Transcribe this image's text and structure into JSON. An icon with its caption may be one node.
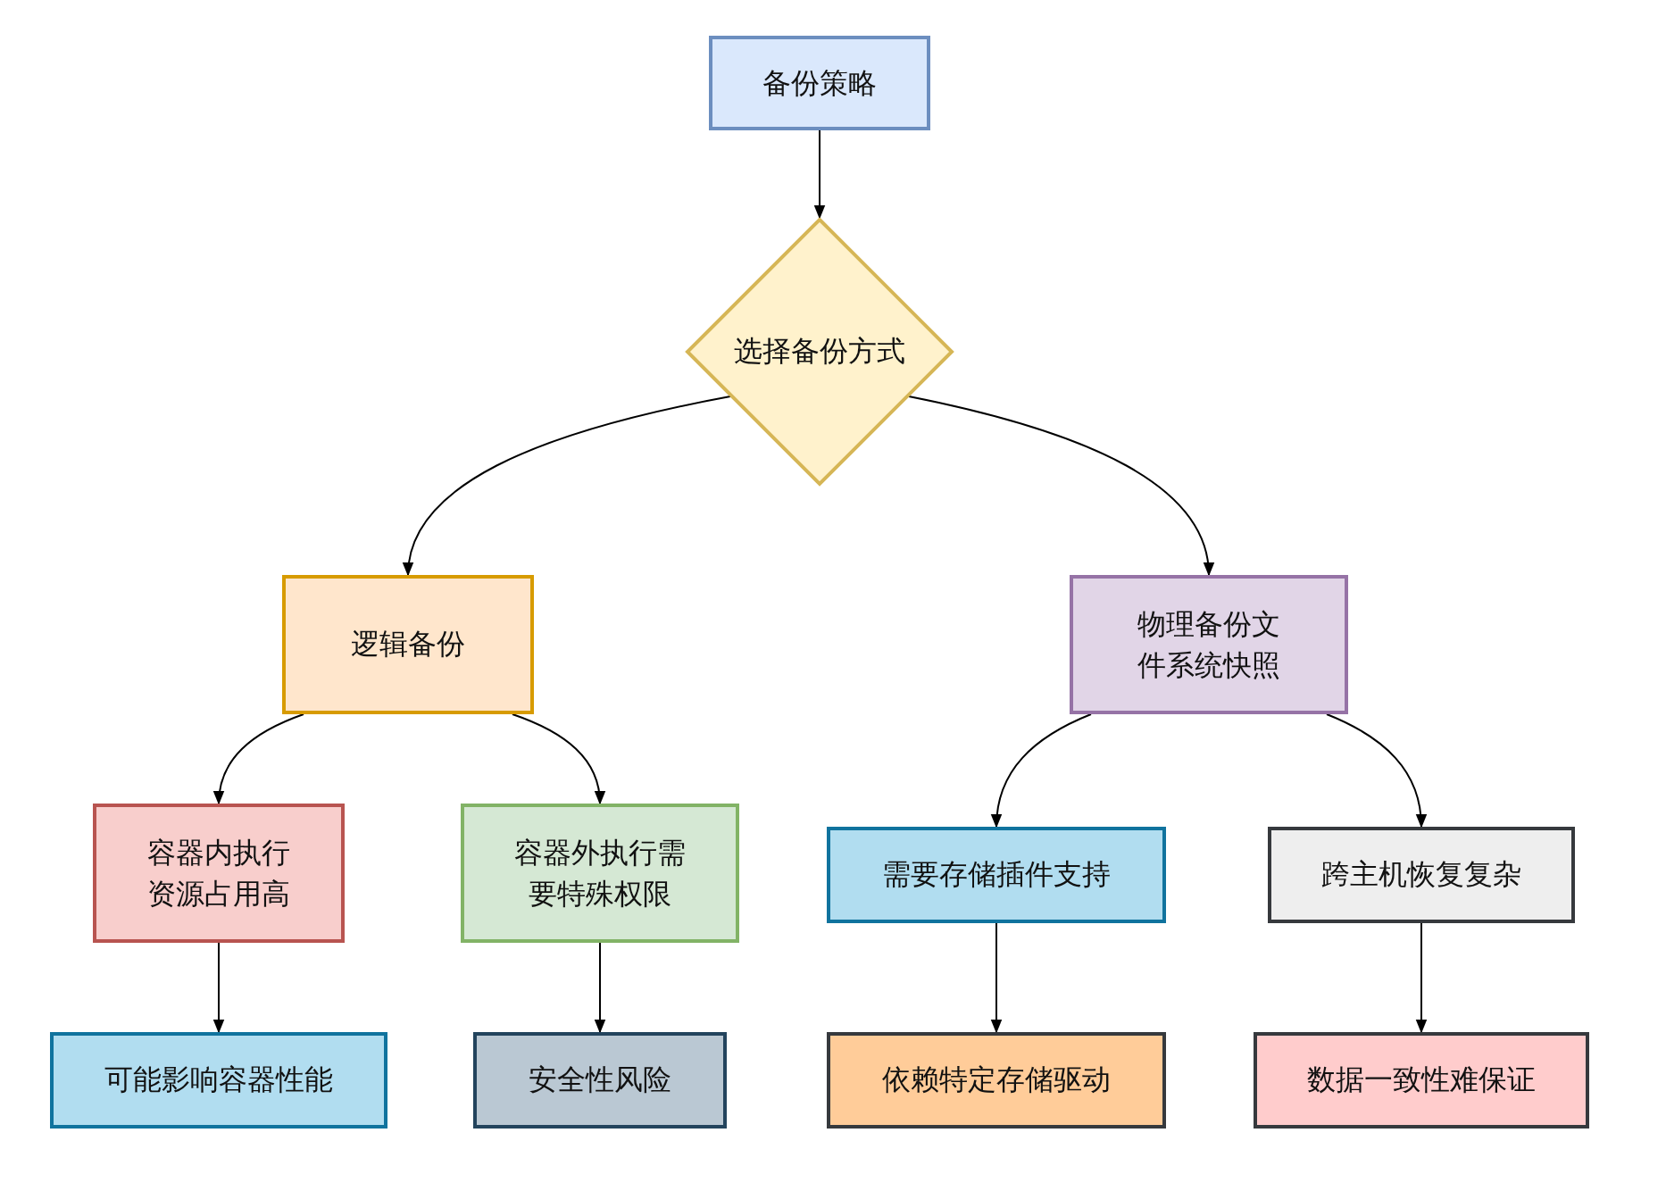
{
  "diagram": {
    "nodes": [
      {
        "text": [
          "备份策略"
        ]
      },
      {
        "text": [
          "选择备份方式"
        ]
      },
      {
        "text": [
          "逻辑备份"
        ]
      },
      {
        "text": [
          "物理备份文件系统快照"
        ]
      },
      {
        "text": [
          "容器内执行资源占用高"
        ]
      },
      {
        "text": [
          "容器外执行需要特殊权限"
        ]
      },
      {
        "text": [
          "需要存储插件支持"
        ]
      },
      {
        "text": [
          "跨主机恢复复杂"
        ]
      },
      {
        "text": [
          "可能影响容器性能"
        ]
      },
      {
        "text": [
          "安全性风险"
        ]
      },
      {
        "text": [
          "依赖特定存储驱动"
        ]
      },
      {
        "text": [
          "数据一致性难保证"
        ]
      }
    ],
    "edges": [
      {
        "from": 0,
        "to": 1,
        "arrow": "to"
      },
      {
        "from": 1,
        "to": 2,
        "arrow": "to"
      },
      {
        "from": 1,
        "to": 3,
        "arrow": "to"
      },
      {
        "from": 2,
        "to": 4,
        "arrow": "to"
      },
      {
        "from": 2,
        "to": 5,
        "arrow": "to"
      },
      {
        "from": 3,
        "to": 6,
        "arrow": "to"
      },
      {
        "from": 3,
        "to": 7,
        "arrow": "to"
      },
      {
        "from": 4,
        "to": 8,
        "arrow": "to"
      },
      {
        "from": 5,
        "to": 9,
        "arrow": "to"
      },
      {
        "from": 6,
        "to": 10,
        "arrow": "to"
      },
      {
        "from": 7,
        "to": 11,
        "arrow": "to"
      }
    ]
  }
}
